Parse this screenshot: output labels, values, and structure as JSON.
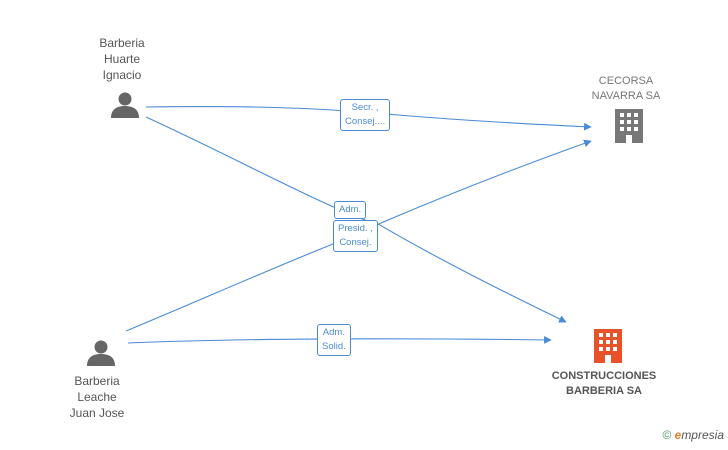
{
  "nodes": {
    "person_top": {
      "lines": [
        "Barberia",
        "Huarte",
        "Ignacio"
      ]
    },
    "person_bottom": {
      "lines": [
        "Barberia",
        "Leache",
        "Juan Jose"
      ]
    },
    "company_top": {
      "lines": [
        "CECORSA",
        "NAVARRA SA"
      ],
      "color": "#777777"
    },
    "company_main": {
      "lines": [
        "CONSTRUCCIONES",
        "BARBERIA SA"
      ],
      "color": "#e8522a"
    }
  },
  "edges": {
    "e1": {
      "lines": [
        "Secr. ,",
        "Consej...."
      ]
    },
    "e2": {
      "lines": [
        "Adm."
      ]
    },
    "e3": {
      "lines": [
        "Presid. ,",
        "Consej."
      ]
    },
    "e4": {
      "lines": [
        "Adm.",
        "Solid."
      ]
    }
  },
  "colors": {
    "edge": "#4a8bd6",
    "person": "#666666"
  },
  "credit": {
    "symbol": "©",
    "brand_first": "e",
    "brand_rest": "mpresia"
  }
}
